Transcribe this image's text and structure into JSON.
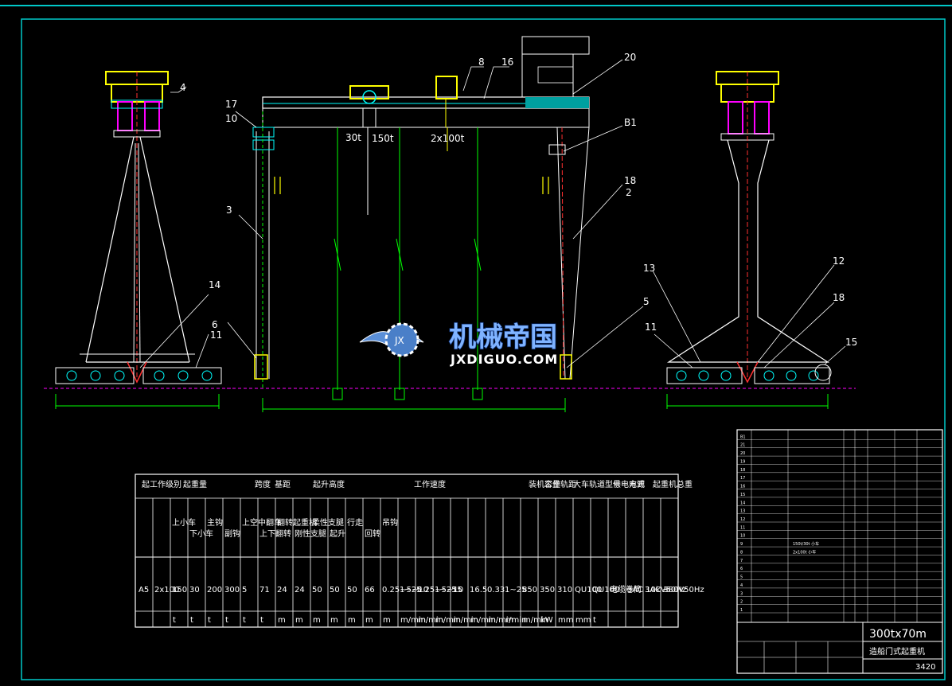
{
  "drawing": {
    "border_color": "#00c8c8",
    "line_white": "#ffffff",
    "line_green": "#00ff00",
    "line_red": "#ff3030",
    "line_yellow": "#ffff00",
    "line_magenta": "#ff00ff",
    "line_cyan": "#00ffff"
  },
  "callouts": {
    "c4": "4",
    "c8": "8",
    "c16": "16",
    "c20": "20",
    "c17": "17",
    "c10": "10",
    "c3": "3",
    "cB1": "B1",
    "c18a": "18",
    "c2": "2",
    "c14": "14",
    "c11a": "11",
    "c6": "6",
    "c5": "5",
    "c13": "13",
    "c11b": "11",
    "c12": "12",
    "c18b": "18",
    "c15": "15"
  },
  "capacity_labels": {
    "a": "30t",
    "b": "150t",
    "c": "2x100t"
  },
  "watermark": {
    "cn": "机械帝国",
    "en": "JXDIGUO.COM",
    "badge": "JX"
  },
  "spec_table": {
    "header_cells": [
      "起工作级别",
      "起重量",
      "跨度",
      "基距",
      "起升高度",
      "工作速度",
      "装机容量",
      "工作轨距",
      "大车轨道型号",
      "供电方式",
      "电源",
      "起重机总重"
    ],
    "sub_cells": [
      "上小车",
      "下小车",
      "主钩",
      "副钩",
      "上空中翻车",
      "上下翻转",
      "翻转起重机",
      "刚性支腿",
      "柔性支腿",
      "起升",
      "行走",
      "回转",
      "吊钩"
    ],
    "values": [
      "A5",
      "2x100",
      "150",
      "30",
      "200",
      "300",
      "5",
      "71",
      "24",
      "24",
      "50",
      "50",
      "50",
      "66",
      "0.25~5~10",
      "1~25",
      "0.25~5~10",
      "1~25",
      "15",
      "16.5",
      "0.33",
      "1~25",
      "850",
      "350",
      "310",
      "QU100",
      "QU100",
      "电缆卷筒",
      "3AC 10kV50Hz",
      "3AC 380V50Hz",
      "~"
    ],
    "units": [
      "t",
      "t",
      "t",
      "t",
      "t",
      "t",
      "m",
      "m",
      "m",
      "m",
      "m",
      "m",
      "m",
      "m/min",
      "m/min",
      "m/min",
      "m/min",
      "m/min",
      "m/min",
      "r/min",
      "m/min",
      "kW",
      "mm",
      "mm",
      "t"
    ]
  },
  "title_block": {
    "main_title": "300tx70m",
    "subtitle": "造船门式起重机",
    "part_rows": [
      {
        "no": "B1",
        "name": ""
      },
      {
        "no": "21",
        "name": ""
      },
      {
        "no": "20",
        "name": ""
      },
      {
        "no": "19",
        "name": ""
      },
      {
        "no": "18",
        "name": ""
      },
      {
        "no": "17",
        "name": ""
      },
      {
        "no": "16",
        "name": ""
      },
      {
        "no": "15",
        "name": ""
      },
      {
        "no": "14",
        "name": ""
      },
      {
        "no": "13",
        "name": ""
      },
      {
        "no": "12",
        "name": ""
      },
      {
        "no": "11",
        "name": ""
      },
      {
        "no": "10",
        "name": ""
      },
      {
        "no": "9",
        "name": "150t/30t 小车"
      },
      {
        "no": "8",
        "name": "2x100t 小车"
      },
      {
        "no": "7",
        "name": ""
      },
      {
        "no": "6",
        "name": ""
      },
      {
        "no": "5",
        "name": ""
      },
      {
        "no": "4",
        "name": ""
      },
      {
        "no": "3",
        "name": ""
      },
      {
        "no": "2",
        "name": ""
      },
      {
        "no": "1",
        "name": ""
      }
    ],
    "sheet_no": "3420"
  }
}
